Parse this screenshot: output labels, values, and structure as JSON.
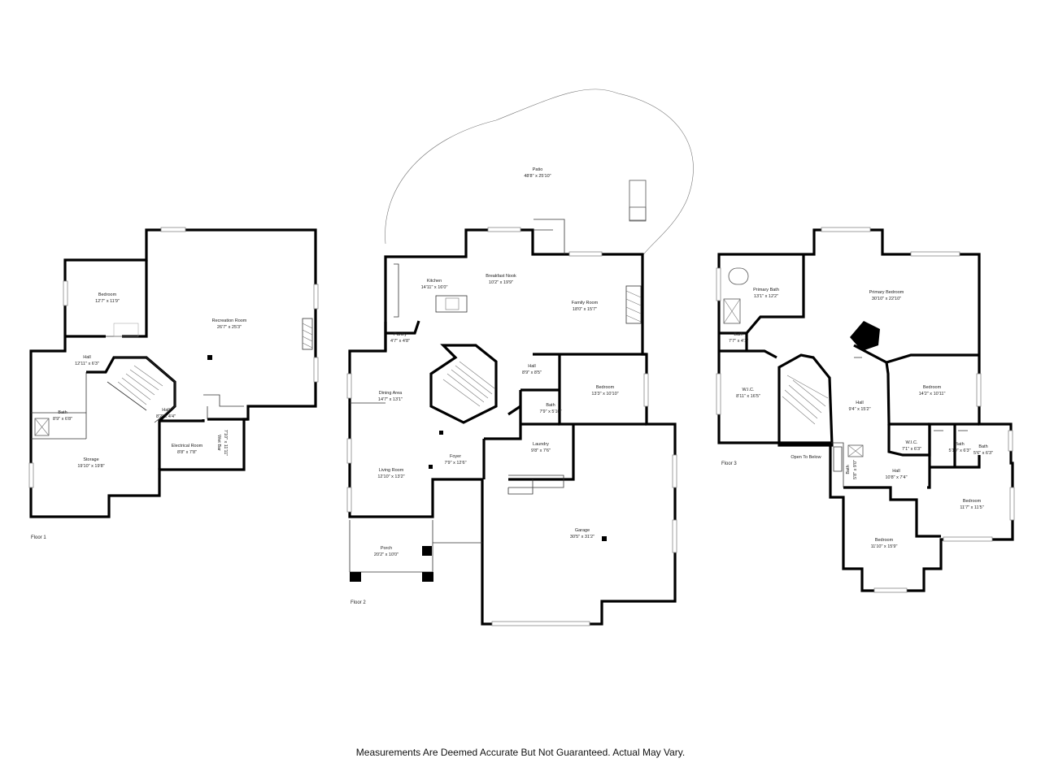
{
  "disclaimer": "Measurements Are Deemed Accurate But Not Guaranteed. Actual May Vary.",
  "floors": [
    {
      "label": "Floor 1",
      "rooms": [
        {
          "name": "Bedroom",
          "dims": "12'7\" x 11'9\""
        },
        {
          "name": "Recreation Room",
          "dims": "26'7\" x 25'3\""
        },
        {
          "name": "Hall",
          "dims": "12'11\" x 6'3\""
        },
        {
          "name": "Bath",
          "dims": "8'9\" x 6'8\""
        },
        {
          "name": "Hall",
          "dims": "8'2\" x 4'4\""
        },
        {
          "name": "Electrical Room",
          "dims": "8'8\" x 7'8\""
        },
        {
          "name": "Wet Bar",
          "dims": "7'10\" x 11'11\""
        },
        {
          "name": "Storage",
          "dims": "19'10\" x 19'8\""
        }
      ]
    },
    {
      "label": "Floor 2",
      "rooms": [
        {
          "name": "Patio",
          "dims": "48'8\" x 25'10\""
        },
        {
          "name": "Kitchen",
          "dims": "14'11\" x 16'0\""
        },
        {
          "name": "Breakfast Nook",
          "dims": "10'2\" x 19'9\""
        },
        {
          "name": "Family Room",
          "dims": "18'0\" x 15'7\""
        },
        {
          "name": "Pantry",
          "dims": "4'7\" x 4'8\""
        },
        {
          "name": "Hall",
          "dims": "8'9\" x 8'5\""
        },
        {
          "name": "Dining Area",
          "dims": "14'7\" x 13'1\""
        },
        {
          "name": "Bedroom",
          "dims": "13'3\" x 10'10\""
        },
        {
          "name": "Bath",
          "dims": "7'9\" x 5'10\""
        },
        {
          "name": "Laundry",
          "dims": "9'8\" x 7'6\""
        },
        {
          "name": "Foyer",
          "dims": "7'9\" x 12'6\""
        },
        {
          "name": "Living Room",
          "dims": "12'10\" x 13'2\""
        },
        {
          "name": "Garage",
          "dims": "30'5\" x 31'2\""
        },
        {
          "name": "Porch",
          "dims": "20'2\" x 10'0\""
        }
      ]
    },
    {
      "label": "Floor 3",
      "rooms": [
        {
          "name": "Primary Bath",
          "dims": "13'1\" x 12'2\""
        },
        {
          "name": "Primary Bedroom",
          "dims": "30'10\" x 22'10\""
        },
        {
          "name": "Bath",
          "dims": "7'7\" x 4'1\""
        },
        {
          "name": "W.I.C.",
          "dims": "8'11\" x 16'5\""
        },
        {
          "name": "Hall",
          "dims": "9'4\" x 15'2\""
        },
        {
          "name": "Bedroom",
          "dims": "14'2\" x 10'11\""
        },
        {
          "name": "W.I.C.",
          "dims": "7'1\" x 6'3\""
        },
        {
          "name": "Bath",
          "dims": "5'10\" x 6'3\""
        },
        {
          "name": "Bath",
          "dims": "5'6\" x 6'3\""
        },
        {
          "name": "Open To Below",
          "dims": ""
        },
        {
          "name": "Bath",
          "dims": "5'8\" x 9'0\""
        },
        {
          "name": "Hall",
          "dims": "10'8\" x 7'4\""
        },
        {
          "name": "Bedroom",
          "dims": "11'7\" x 11'5\""
        },
        {
          "name": "Bedroom",
          "dims": "11'10\" x 15'9\""
        }
      ]
    }
  ]
}
